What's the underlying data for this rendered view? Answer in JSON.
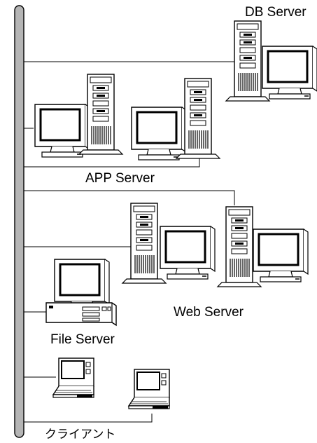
{
  "labels": {
    "db_server": "DB Server",
    "app_server": "APP Server",
    "web_server": "Web Server",
    "file_server": "File Server",
    "client": "クライアント"
  },
  "colors": {
    "bus_fill": "#b5b5b5",
    "line": "#000000",
    "screen": "#ffffff",
    "device_fill": "#ffffff"
  }
}
